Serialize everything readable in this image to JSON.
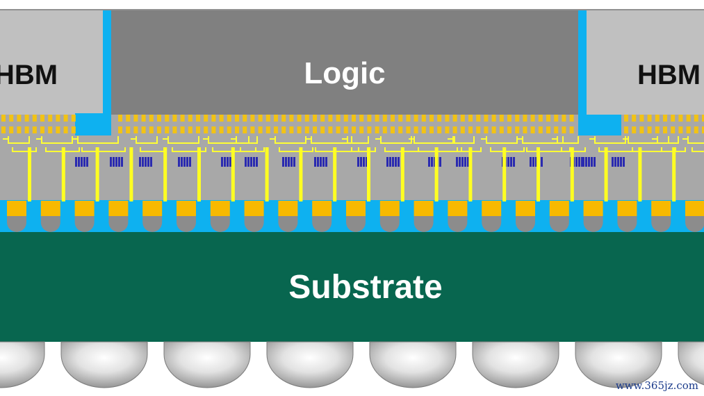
{
  "labels": {
    "hbm_left": "HBM",
    "logic": "Logic",
    "hbm_right": "HBM",
    "substrate": "Substrate"
  },
  "watermark": "www.365jz.com",
  "colors": {
    "background": "#ffffff",
    "hbm_die": "#c0c0c0",
    "logic_die": "#808080",
    "underfill_blue": "#0eb1f0",
    "interposer_gray": "#a8a8a8",
    "microbump_gold": "#f2c314",
    "rdl_yellow": "#ffff33",
    "tsv_yellow": "#ffff22",
    "capacitor_blue": "#2a2ab0",
    "c4_pad_orange": "#f7b900",
    "c4_bump_gray": "#8c8c8c",
    "substrate_green": "#08664f",
    "bga_ball_silver": "#d8d8d8"
  }
}
